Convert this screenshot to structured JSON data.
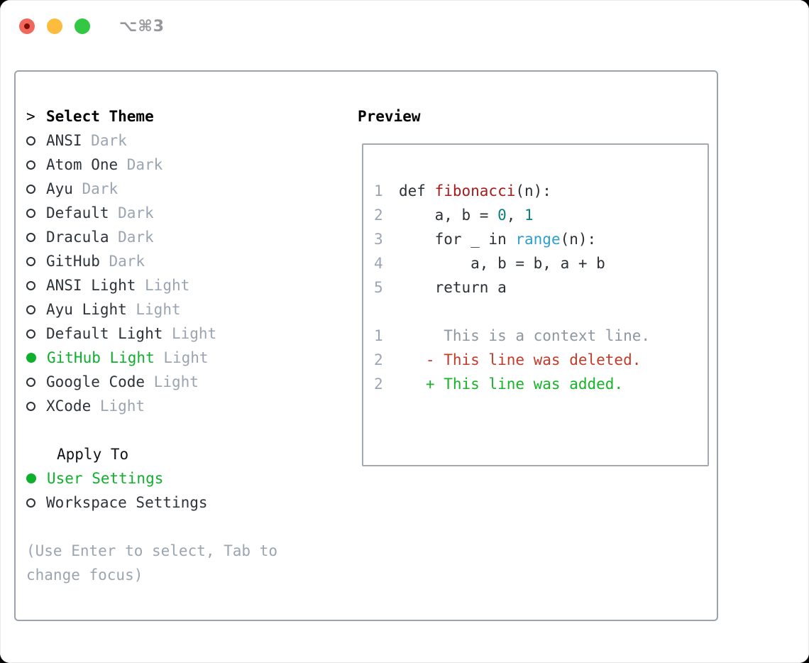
{
  "window": {
    "title": "⌥⌘3"
  },
  "traffic_lights": {
    "close_color": "#f0685c",
    "close_dot_color": "#7f0d06",
    "minimize_color": "#fcbd3f",
    "zoom_color": "#32c844"
  },
  "colors": {
    "green": "#0fb02c",
    "muted_gray": "#9aa5b1",
    "label_dark": "#2d333b",
    "panel_border": "#9aa3ae",
    "syntax_function": "#a61b1b",
    "syntax_number": "#0b7e80",
    "syntax_builtin": "#2b9fd0",
    "diff_context": "#8d97a1",
    "diff_deleted": "#c43a2b",
    "diff_added": "#17b427"
  },
  "theme_panel": {
    "select_header": {
      "cursor": ">",
      "label": "Select Theme"
    },
    "themes": [
      {
        "name": "ANSI",
        "variant": "Dark",
        "selected": false
      },
      {
        "name": "Atom One",
        "variant": "Dark",
        "selected": false
      },
      {
        "name": "Ayu",
        "variant": "Dark",
        "selected": false
      },
      {
        "name": "Default",
        "variant": "Dark",
        "selected": false
      },
      {
        "name": "Dracula",
        "variant": "Dark",
        "selected": false
      },
      {
        "name": "GitHub",
        "variant": "Dark",
        "selected": false
      },
      {
        "name": "ANSI Light",
        "variant": "Light",
        "selected": false
      },
      {
        "name": "Ayu Light",
        "variant": "Light",
        "selected": false
      },
      {
        "name": "Default Light",
        "variant": "Light",
        "selected": false
      },
      {
        "name": "GitHub Light",
        "variant": "Light",
        "selected": true
      },
      {
        "name": "Google Code",
        "variant": "Light",
        "selected": false
      },
      {
        "name": "XCode",
        "variant": "Light",
        "selected": false
      }
    ],
    "apply_to": {
      "label": "Apply To",
      "options": [
        {
          "label": "User Settings",
          "selected": true
        },
        {
          "label": "Workspace Settings",
          "selected": false
        }
      ]
    },
    "hint": {
      "line1": "(Use Enter to select, Tab to",
      "line2": "change focus)"
    }
  },
  "preview": {
    "label": "Preview",
    "lines": [
      {
        "num": "1",
        "parts": [
          {
            "t": "def ",
            "c": "plain"
          },
          {
            "t": "fibonacci",
            "c": "func"
          },
          {
            "t": "(n):",
            "c": "plain"
          }
        ]
      },
      {
        "num": "2",
        "parts": [
          {
            "t": "    a, b = ",
            "c": "plain"
          },
          {
            "t": "0",
            "c": "num"
          },
          {
            "t": ", ",
            "c": "plain"
          },
          {
            "t": "1",
            "c": "num"
          }
        ]
      },
      {
        "num": "3",
        "parts": [
          {
            "t": "    for _ in ",
            "c": "plain"
          },
          {
            "t": "range",
            "c": "builtin"
          },
          {
            "t": "(n):",
            "c": "plain"
          }
        ]
      },
      {
        "num": "4",
        "parts": [
          {
            "t": "        a, b = b, a + b",
            "c": "plain"
          }
        ]
      },
      {
        "num": "5",
        "parts": [
          {
            "t": "    return a",
            "c": "plain"
          }
        ]
      },
      {
        "num": "",
        "parts": []
      },
      {
        "num": "1",
        "parts": [
          {
            "t": "     This is a context line.",
            "c": "context"
          }
        ]
      },
      {
        "num": "2",
        "parts": [
          {
            "t": "   - This line was deleted.",
            "c": "deleted"
          }
        ]
      },
      {
        "num": "2",
        "parts": [
          {
            "t": "   + This line was added.",
            "c": "added"
          }
        ]
      }
    ]
  }
}
